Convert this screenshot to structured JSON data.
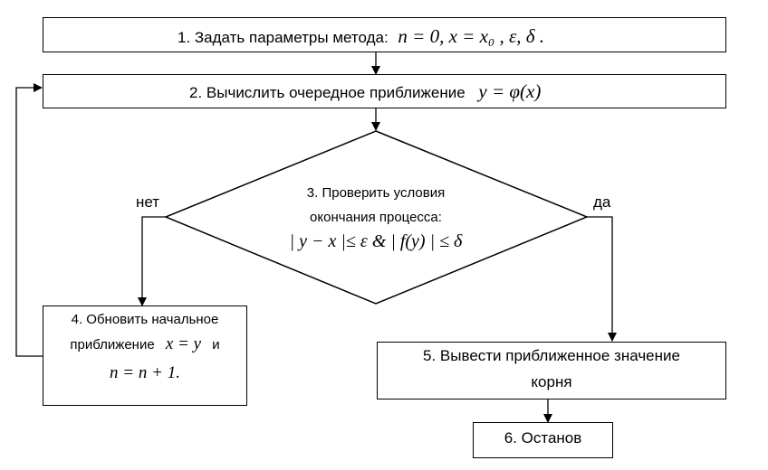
{
  "step1": {
    "text": "1. Задать параметры метода:",
    "math": "n = 0, x = x₀ , ε, δ ."
  },
  "step2": {
    "text": "2. Вычислить очередное приближение",
    "math": "y = φ(x)"
  },
  "step3": {
    "line1": "3. Проверить условия",
    "line2": "окончания процесса:",
    "math": "| y − x |≤ ε & | f(y) | ≤ δ"
  },
  "step4": {
    "line1": "4. Обновить начальное",
    "line2_text": "приближение",
    "line2_math": "x = y",
    "line2_tail": "и",
    "line3_math": "n = n + 1."
  },
  "step5": {
    "line1": "5. Вывести приближенное значение",
    "line2": "корня"
  },
  "step6": {
    "text": "6. Останов"
  },
  "branch_no": "нет",
  "branch_yes": "да"
}
